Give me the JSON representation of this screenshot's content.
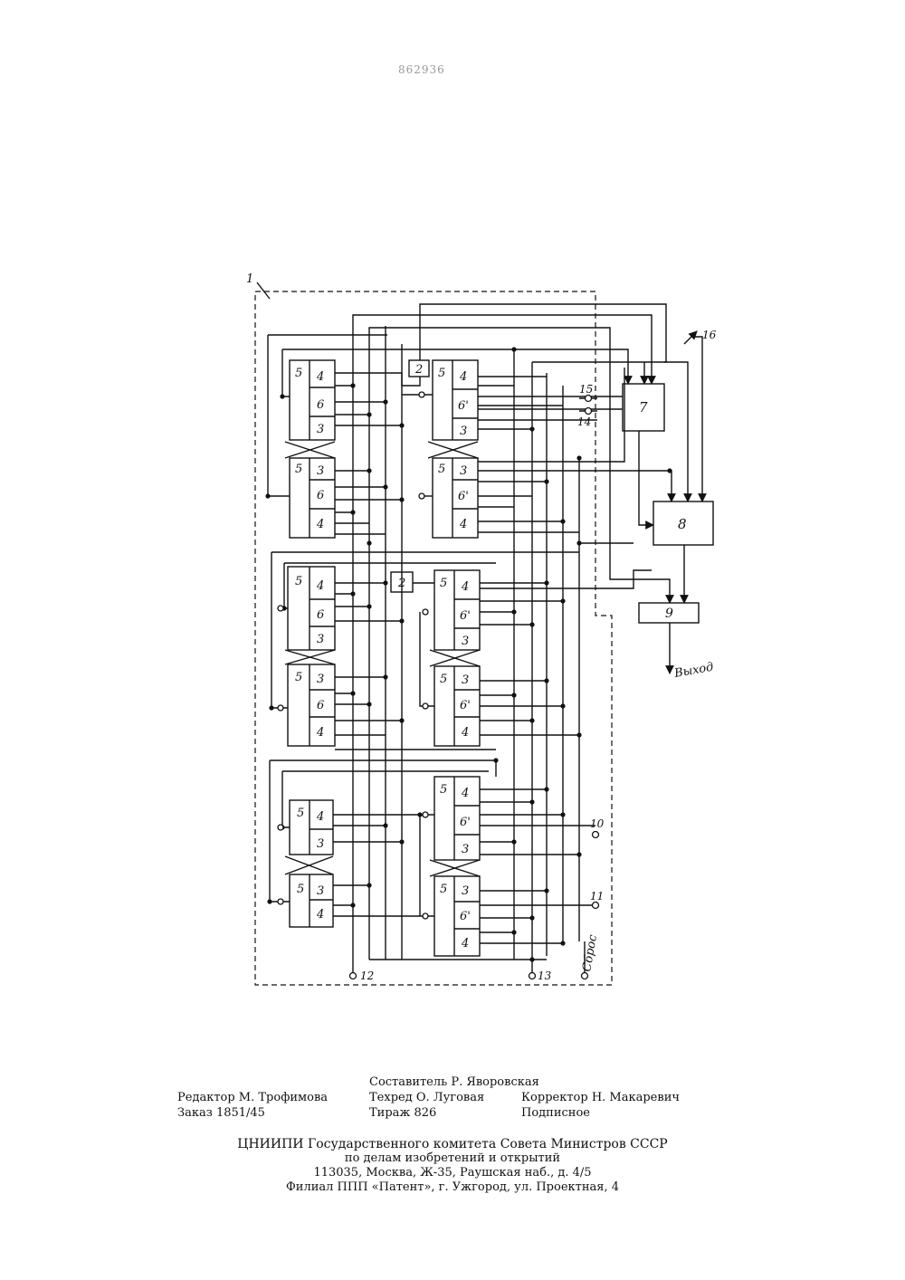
{
  "header": {
    "patent_number": "862936"
  },
  "diagram": {
    "block_labels": {
      "b1": "1",
      "b2": "2",
      "b3": "3",
      "b4": "4",
      "b5": "5",
      "b6": "6",
      "b6p": "6'",
      "b7": "7",
      "b8": "8",
      "b9": "9"
    },
    "terminal_labels": {
      "t10": "10",
      "t11": "11",
      "t12": "12",
      "t13": "13",
      "t14": "14",
      "t15": "15",
      "t16": "16"
    },
    "output_label": "Выход",
    "reset_label": "Сброс"
  },
  "footer": {
    "composer": "Составитель Р. Яворовская",
    "editor": "Редактор М. Трофимова",
    "techred": "Техред О. Луговая",
    "corrector": "Корректор Н. Макаревич",
    "order": "Заказ 1851/45",
    "circulation": "Тираж 826",
    "subscription": "Подписное",
    "org_line1": "ЦНИИПИ Государственного комитета Совета Министров СССР",
    "org_line2": "по делам изобретений и открытий",
    "org_line3": "113035, Москва, Ж-35, Раушская наб., д. 4/5",
    "org_line4": "Филиал ППП «Патент», г. Ужгород, ул. Проектная, 4"
  }
}
